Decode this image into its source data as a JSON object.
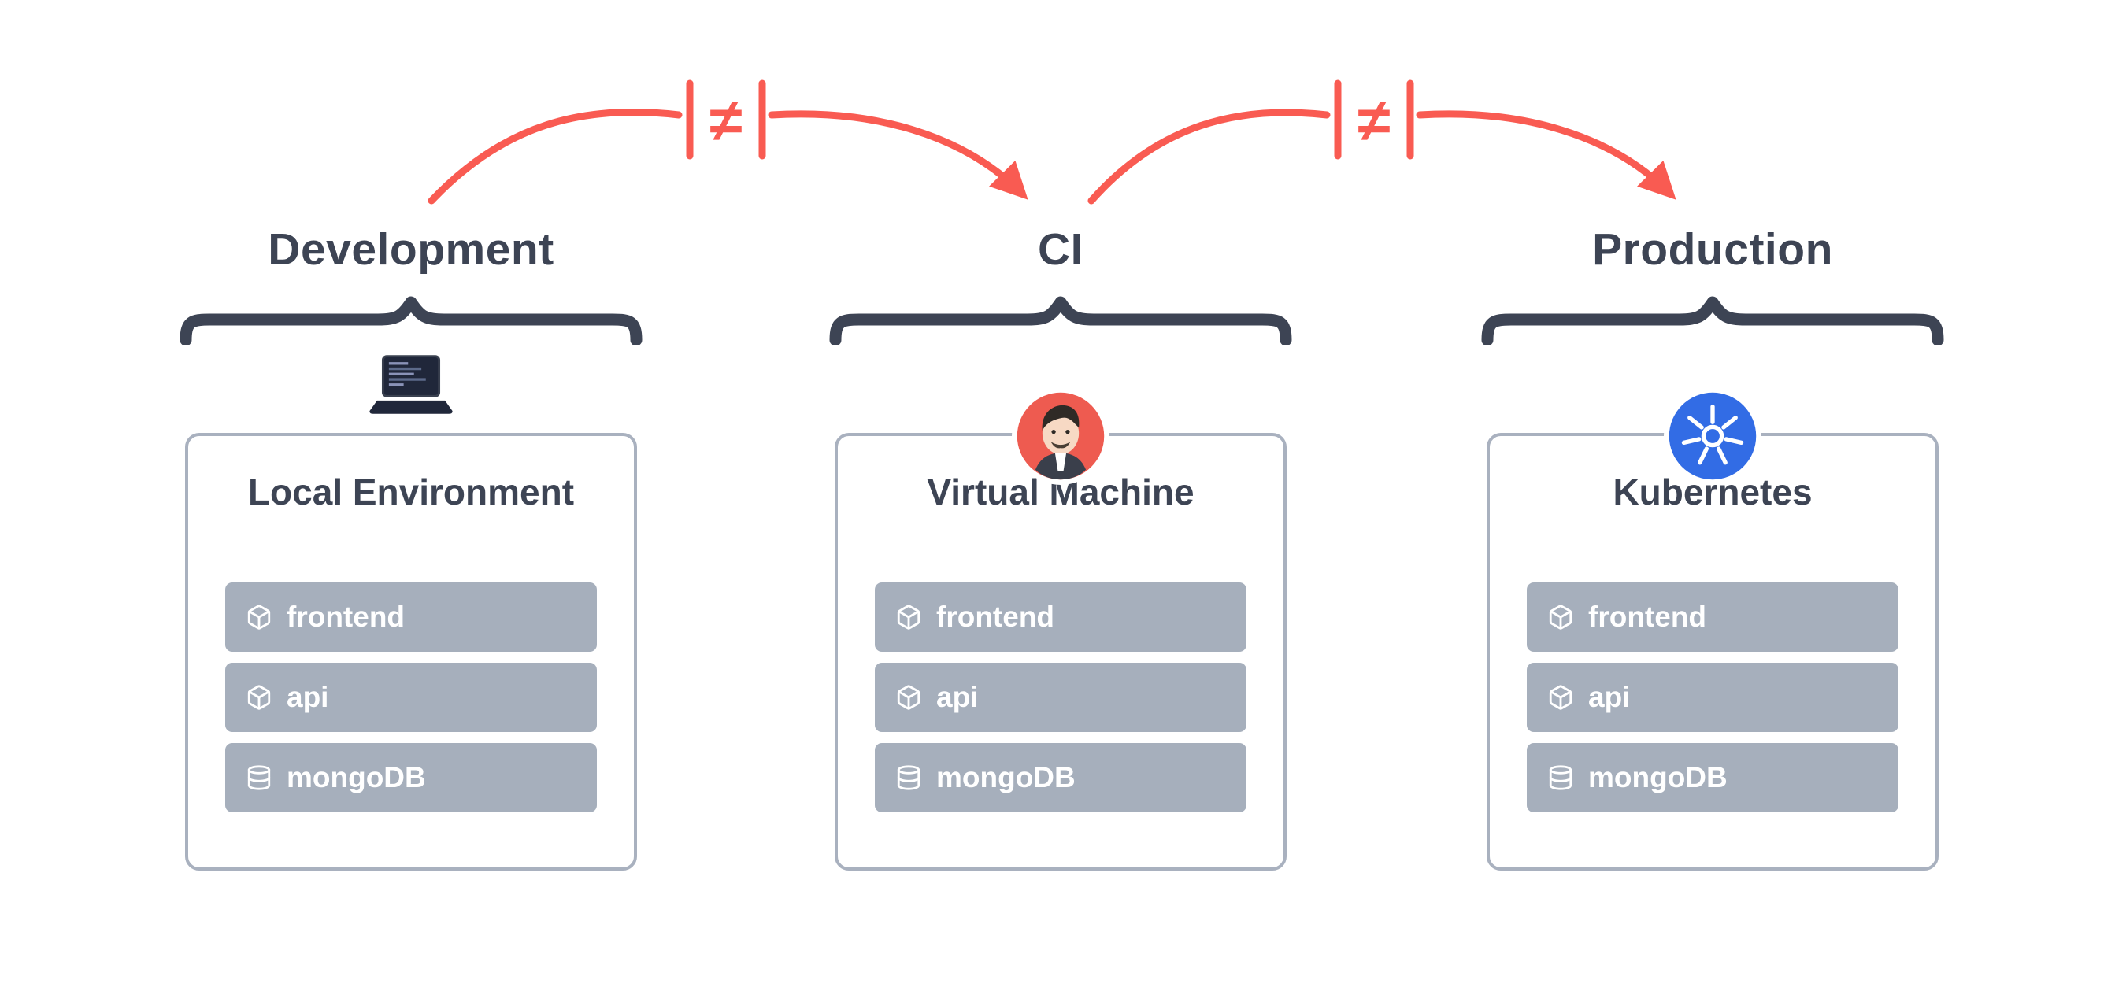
{
  "diagram": {
    "arrows": [
      {
        "symbol": "≠",
        "from": "Development",
        "to": "CI"
      },
      {
        "symbol": "≠",
        "from": "CI",
        "to": "Production"
      }
    ],
    "columns": [
      {
        "header": "Development",
        "icon": "laptop-icon",
        "card": {
          "title": "Local Environment",
          "items": [
            {
              "icon": "cube-icon",
              "label": "frontend"
            },
            {
              "icon": "cube-icon",
              "label": "api"
            },
            {
              "icon": "database-icon",
              "label": "mongoDB"
            }
          ]
        }
      },
      {
        "header": "CI",
        "icon": "jenkins-icon",
        "card": {
          "title": "Virtual Machine",
          "items": [
            {
              "icon": "cube-icon",
              "label": "frontend"
            },
            {
              "icon": "cube-icon",
              "label": "api"
            },
            {
              "icon": "database-icon",
              "label": "mongoDB"
            }
          ]
        }
      },
      {
        "header": "Production",
        "icon": "kubernetes-icon",
        "card": {
          "title": "Kubernetes",
          "items": [
            {
              "icon": "cube-icon",
              "label": "frontend"
            },
            {
              "icon": "cube-icon",
              "label": "api"
            },
            {
              "icon": "database-icon",
              "label": "mongoDB"
            }
          ]
        }
      }
    ],
    "colors": {
      "dark": "#3d4454",
      "red": "#f95b52",
      "card_border": "#a9b1bf",
      "item_bg": "#a6afbc",
      "kubernetes_blue": "#326ce5",
      "jenkins_red": "#ee5b50",
      "white": "#ffffff"
    }
  }
}
